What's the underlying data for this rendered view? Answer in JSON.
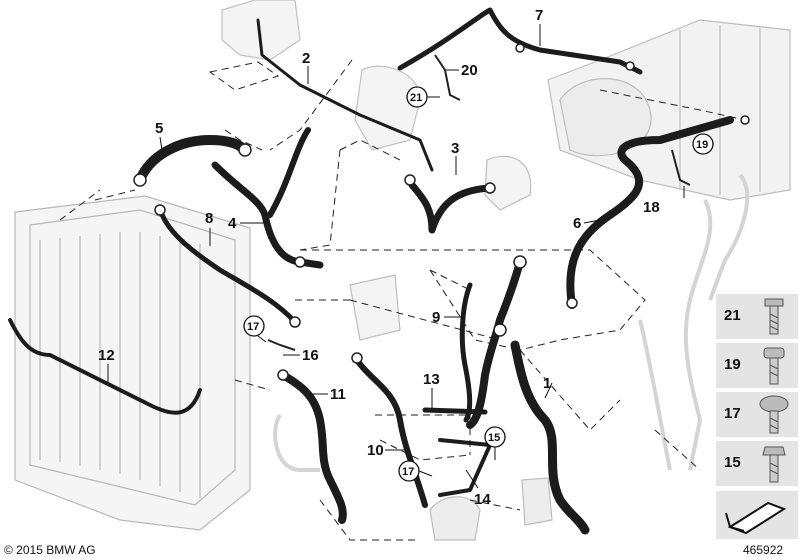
{
  "callouts": {
    "c1": "1",
    "c2": "2",
    "c3": "3",
    "c4": "4",
    "c5": "5",
    "c6": "6",
    "c7": "7",
    "c8": "8",
    "c9": "9",
    "c10": "10",
    "c11": "11",
    "c12": "12",
    "c13": "13",
    "c14": "14",
    "c16": "16",
    "c18": "18",
    "c20": "20"
  },
  "circled_callouts": {
    "c15": "15",
    "c17a": "17",
    "c17b": "17",
    "c19": "19",
    "c21": "21"
  },
  "legend": [
    {
      "number": "21",
      "part": "bolt"
    },
    {
      "number": "19",
      "part": "bolt"
    },
    {
      "number": "17",
      "part": "bolt"
    },
    {
      "number": "15",
      "part": "bolt"
    }
  ],
  "footer": {
    "copyright": "© 2015 BMW AG",
    "reference": "465922"
  }
}
